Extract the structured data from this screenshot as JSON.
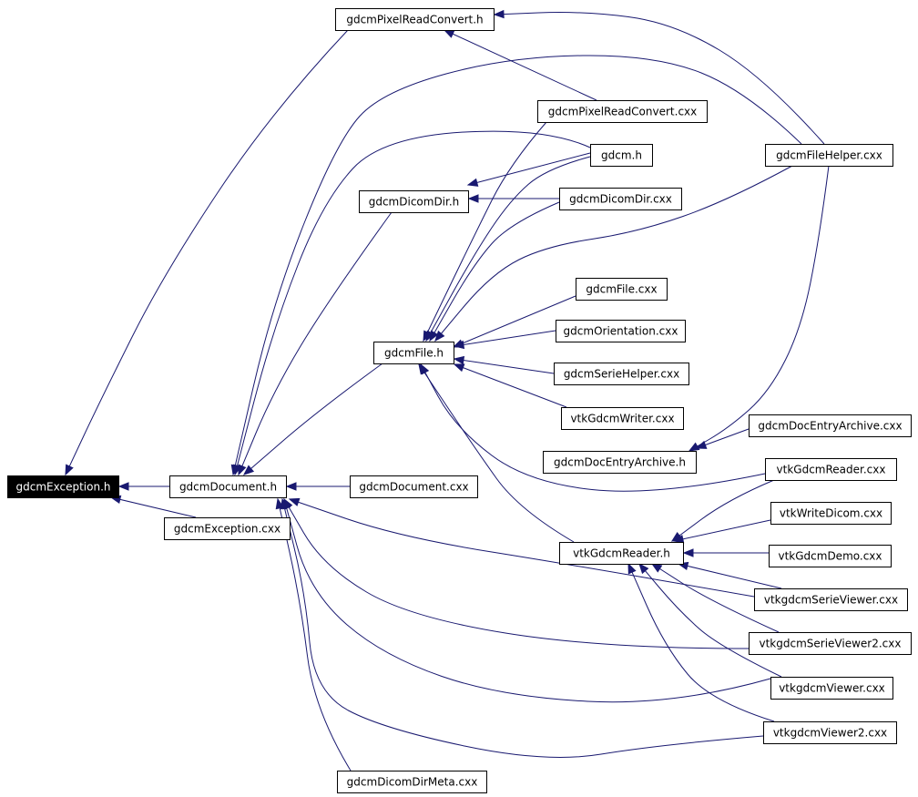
{
  "graph": {
    "edge_color": "#191970",
    "root_fill": "#000000",
    "nodes": [
      {
        "id": "exception_h",
        "label": "gdcmException.h",
        "root": true
      },
      {
        "id": "document_h",
        "label": "gdcmDocument.h"
      },
      {
        "id": "exception_cxx",
        "label": "gdcmException.cxx"
      },
      {
        "id": "document_cxx",
        "label": "gdcmDocument.cxx"
      },
      {
        "id": "dicomdirmeta_cxx",
        "label": "gdcmDicomDirMeta.cxx"
      },
      {
        "id": "pixelreadconvert_h",
        "label": "gdcmPixelReadConvert.h"
      },
      {
        "id": "pixelreadconvert_cxx",
        "label": "gdcmPixelReadConvert.cxx"
      },
      {
        "id": "gdcm_h",
        "label": "gdcm.h"
      },
      {
        "id": "dicomdir_h",
        "label": "gdcmDicomDir.h"
      },
      {
        "id": "dicomdir_cxx",
        "label": "gdcmDicomDir.cxx"
      },
      {
        "id": "filehelper_cxx",
        "label": "gdcmFileHelper.cxx"
      },
      {
        "id": "file_h",
        "label": "gdcmFile.h"
      },
      {
        "id": "file_cxx",
        "label": "gdcmFile.cxx"
      },
      {
        "id": "orientation_cxx",
        "label": "gdcmOrientation.cxx"
      },
      {
        "id": "seriehelper_cxx",
        "label": "gdcmSerieHelper.cxx"
      },
      {
        "id": "vtkgdcmwriter_cxx",
        "label": "vtkGdcmWriter.cxx"
      },
      {
        "id": "docentryarchive_h",
        "label": "gdcmDocEntryArchive.h"
      },
      {
        "id": "docentryarchive_cxx",
        "label": "gdcmDocEntryArchive.cxx"
      },
      {
        "id": "vtkgdcmreader_h",
        "label": "vtkGdcmReader.h"
      },
      {
        "id": "vtkgdcmreader_cxx",
        "label": "vtkGdcmReader.cxx"
      },
      {
        "id": "vtkwritedicom_cxx",
        "label": "vtkWriteDicom.cxx"
      },
      {
        "id": "vtkgdcmdemo_cxx",
        "label": "vtkGdcmDemo.cxx"
      },
      {
        "id": "vtkgdcmserieviewer_cxx",
        "label": "vtkgdcmSerieViewer.cxx"
      },
      {
        "id": "vtkgdcmserieviewer2_cxx",
        "label": "vtkgdcmSerieViewer2.cxx"
      },
      {
        "id": "vtkgdcmviewer_cxx",
        "label": "vtkgdcmViewer.cxx"
      },
      {
        "id": "vtkgdcmviewer2_cxx",
        "label": "vtkgdcmViewer2.cxx"
      }
    ],
    "edges": [
      {
        "from": "document_h",
        "to": "exception_h"
      },
      {
        "from": "exception_cxx",
        "to": "exception_h"
      },
      {
        "from": "pixelreadconvert_h",
        "to": "exception_h"
      },
      {
        "from": "document_cxx",
        "to": "document_h"
      },
      {
        "from": "dicomdirmeta_cxx",
        "to": "document_h"
      },
      {
        "from": "dicomdir_h",
        "to": "document_h"
      },
      {
        "from": "file_h",
        "to": "document_h"
      },
      {
        "from": "gdcm_h",
        "to": "document_h"
      },
      {
        "from": "filehelper_cxx",
        "to": "document_h"
      },
      {
        "from": "vtkgdcmserieviewer_cxx",
        "to": "document_h"
      },
      {
        "from": "vtkgdcmserieviewer2_cxx",
        "to": "document_h"
      },
      {
        "from": "vtkgdcmviewer_cxx",
        "to": "document_h"
      },
      {
        "from": "vtkgdcmviewer2_cxx",
        "to": "document_h"
      },
      {
        "from": "pixelreadconvert_cxx",
        "to": "pixelreadconvert_h"
      },
      {
        "from": "filehelper_cxx",
        "to": "pixelreadconvert_h"
      },
      {
        "from": "gdcm_h",
        "to": "dicomdir_h"
      },
      {
        "from": "dicomdir_cxx",
        "to": "dicomdir_h"
      },
      {
        "from": "pixelreadconvert_cxx",
        "to": "file_h"
      },
      {
        "from": "gdcm_h",
        "to": "file_h"
      },
      {
        "from": "dicomdir_cxx",
        "to": "file_h"
      },
      {
        "from": "filehelper_cxx",
        "to": "file_h"
      },
      {
        "from": "file_cxx",
        "to": "file_h"
      },
      {
        "from": "orientation_cxx",
        "to": "file_h"
      },
      {
        "from": "seriehelper_cxx",
        "to": "file_h"
      },
      {
        "from": "vtkgdcmwriter_cxx",
        "to": "file_h"
      },
      {
        "from": "vtkgdcmreader_cxx",
        "to": "file_h"
      },
      {
        "from": "vtkgdcmreader_h",
        "to": "file_h"
      },
      {
        "from": "docentryarchive_cxx",
        "to": "docentryarchive_h"
      },
      {
        "from": "filehelper_cxx",
        "to": "docentryarchive_h"
      },
      {
        "from": "vtkgdcmreader_cxx",
        "to": "vtkgdcmreader_h"
      },
      {
        "from": "vtkwritedicom_cxx",
        "to": "vtkgdcmreader_h"
      },
      {
        "from": "vtkgdcmdemo_cxx",
        "to": "vtkgdcmreader_h"
      },
      {
        "from": "vtkgdcmserieviewer_cxx",
        "to": "vtkgdcmreader_h"
      },
      {
        "from": "vtkgdcmserieviewer2_cxx",
        "to": "vtkgdcmreader_h"
      },
      {
        "from": "vtkgdcmviewer_cxx",
        "to": "vtkgdcmreader_h"
      },
      {
        "from": "vtkgdcmviewer2_cxx",
        "to": "vtkgdcmreader_h"
      }
    ]
  }
}
